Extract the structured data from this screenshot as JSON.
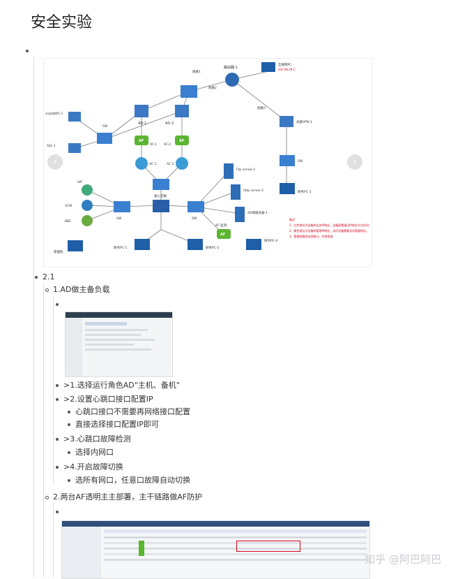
{
  "title": "安全实验",
  "section": "2.1",
  "items": [
    {
      "label": "1.AD做主备负载",
      "steps": [
        {
          "label": ">1.选择运行角色AD\"主机、备机\"",
          "subs": []
        },
        {
          "label": ">2.设置心跳口接口配置IP",
          "subs": [
            "心跳口接口不需要再网络接口配置",
            "直接选择接口配置IP即可"
          ]
        },
        {
          "label": ">3.心跳口故障检测",
          "subs": [
            "选择内网口"
          ]
        },
        {
          "label": ">4.开启故障切换",
          "subs": [
            "选所有网口，任意口故障自动切换"
          ]
        }
      ]
    },
    {
      "label": "2.两台AF透明主主部署，主干链路做AF防护"
    }
  ],
  "diagram": {
    "labels": {
      "internet_pc": "互联网PC",
      "router": "路由器-1",
      "link1": "链路1",
      "link2": "链路2",
      "link3": "链路3",
      "branch_pc": "分支机构PC-1",
      "main_branch": "总部VPN-1",
      "ssl": "SSL-1",
      "sw": "SW",
      "ad1": "AD-1",
      "ad2": "AD-2",
      "af1": "AF-1",
      "af2": "AF-2",
      "ac1": "AC-1",
      "ac2": "AC-2",
      "ftp1": "Ftp server-1",
      "ftp2": "http server-2",
      "ad_server": "AD域服务器-1",
      "core": "核心交换",
      "sip": "SIP",
      "bbc": "BBC",
      "vcm": "VCM",
      "mgmt_pc": "管理机",
      "pc1": "财务PC-1",
      "pc2": "财务PC-2",
      "pc3": "财务PC-3",
      "pc4": "财务PC-4",
      "af_check": "AF-监测",
      "note_title": "备注：",
      "note1": "1、红色地址为设备的业务IP地址，设备配置通过IP地址方式访问；",
      "note2": "2、黄色地址为设备的管理IP地址，访问设备需要访问管理地址。",
      "note3": "3、管理网络的出网接口，并禁用请"
    }
  },
  "watermark": "知乎 @阿巴阿巴",
  "colors": {
    "af_green": "#5cb531",
    "ad_blue": "#3b79c4",
    "ip_red": "#d0021b",
    "ip_blue": "#2255aa"
  }
}
